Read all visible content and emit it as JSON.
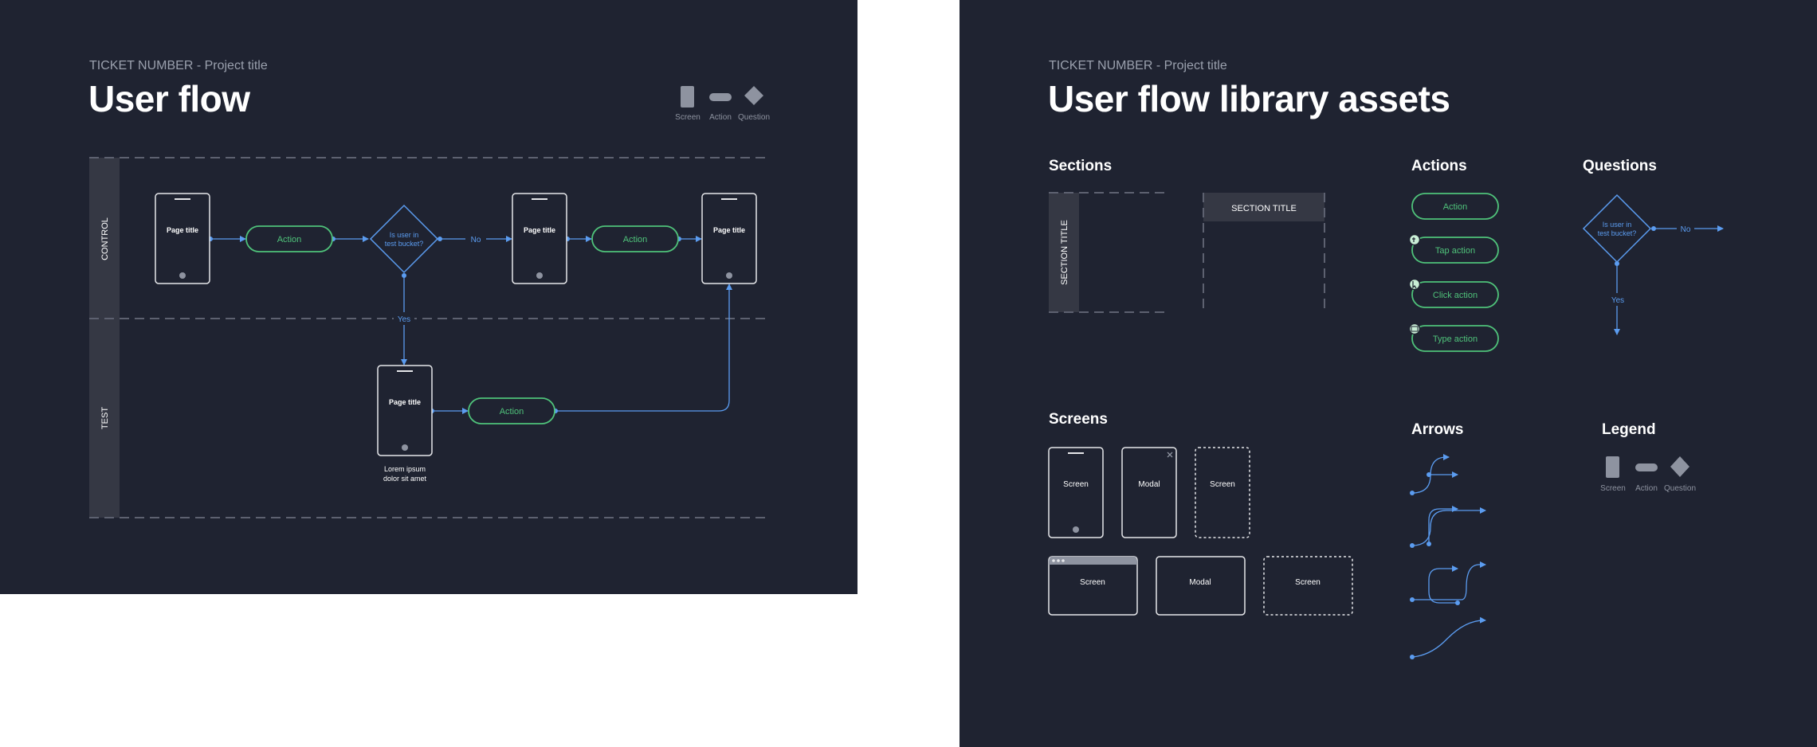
{
  "left_board": {
    "ticket": "TICKET NUMBER - Project title",
    "title": "User flow",
    "legend": {
      "screen": "Screen",
      "action": "Action",
      "question": "Question"
    },
    "lanes": {
      "control": "CONTROL",
      "test": "TEST"
    },
    "screen_label": "Page title",
    "action_label": "Action",
    "question_lines": [
      "Is user in",
      "test bucket?"
    ],
    "no_label": "No",
    "yes_label": "Yes",
    "note_lines": [
      "Lorem ipsum",
      "dolor sit amet"
    ]
  },
  "right_board": {
    "ticket": "TICKET NUMBER - Project title",
    "title": "User flow library assets",
    "sections_heading": "Sections",
    "section_title": "SECTION TITLE",
    "actions_heading": "Actions",
    "actions": [
      "Action",
      "Tap action",
      "Click action",
      "Type action"
    ],
    "questions_heading": "Questions",
    "question_lines": [
      "Is user in",
      "test bucket?"
    ],
    "no_label": "No",
    "yes_label": "Yes",
    "screens_heading": "Screens",
    "screens": [
      "Screen",
      "Modal",
      "Screen",
      "Screen",
      "Modal",
      "Screen"
    ],
    "arrows_heading": "Arrows",
    "legend_heading": "Legend",
    "legend": {
      "screen": "Screen",
      "action": "Action",
      "question": "Question"
    }
  },
  "colors": {
    "board_bg": "#1f2331",
    "lane_bg": "#353844",
    "action_green": "#4fc27a",
    "arrow_blue": "#5b9cf0",
    "screen_outline": "#e6e7ea",
    "legend_grey": "#8e93a0"
  }
}
